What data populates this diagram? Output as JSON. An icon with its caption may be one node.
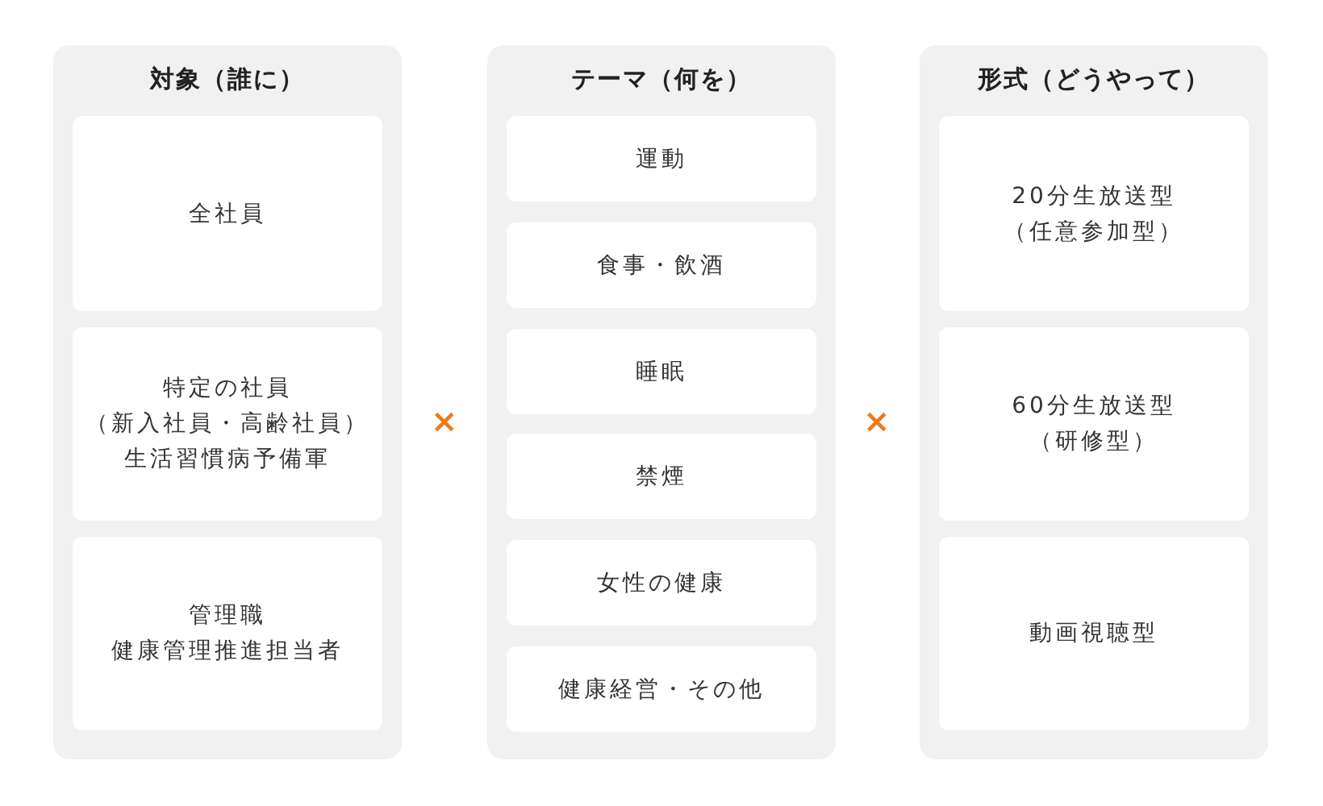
{
  "diagram": {
    "nodes": [
      {
        "text": [
          "対象（誰に）"
        ]
      },
      {
        "text": [
          "全社員"
        ],
        "in": 0
      },
      {
        "text": [
          "特定の社員（新入社員・高齢社員）生活習慣病予備軍"
        ],
        "in": 0
      },
      {
        "text": [
          "管理職健康管理推進担当者"
        ],
        "in": 0
      },
      {
        "text": [
          "テーマ（何を）"
        ]
      },
      {
        "text": [
          "運動"
        ],
        "in": 4
      },
      {
        "text": [
          "食事・飲酒"
        ],
        "in": 4
      },
      {
        "text": [
          "睡眠"
        ],
        "in": 4
      },
      {
        "text": [
          "禁煙"
        ],
        "in": 4
      },
      {
        "text": [
          "女性の健康"
        ],
        "in": 4
      },
      {
        "text": [
          "健康経営・その他"
        ],
        "in": 4
      },
      {
        "text": [
          "形式（どうやって）"
        ]
      },
      {
        "text": [
          "20分生放送型（任意参加型）"
        ],
        "in": 11
      },
      {
        "text": [
          "60分生放送型（研修型）"
        ],
        "in": 11
      },
      {
        "text": [
          "動画視聴型"
        ],
        "in": 11
      }
    ],
    "labels": [
      "×",
      "×"
    ]
  }
}
